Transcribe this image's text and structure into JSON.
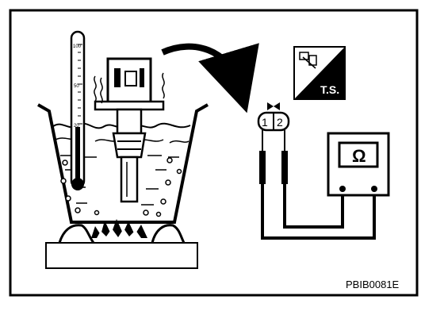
{
  "figure": {
    "code": "PBIB0081E",
    "badge_text": "T.S.",
    "badge_icon": "ts-service-icon",
    "thermometer_scale": [
      "100",
      "50",
      "20"
    ],
    "connector_terminals": [
      "1",
      "2"
    ],
    "meter_symbol": "Ω",
    "colors": {
      "ink": "#000000",
      "paper": "#ffffff"
    }
  }
}
